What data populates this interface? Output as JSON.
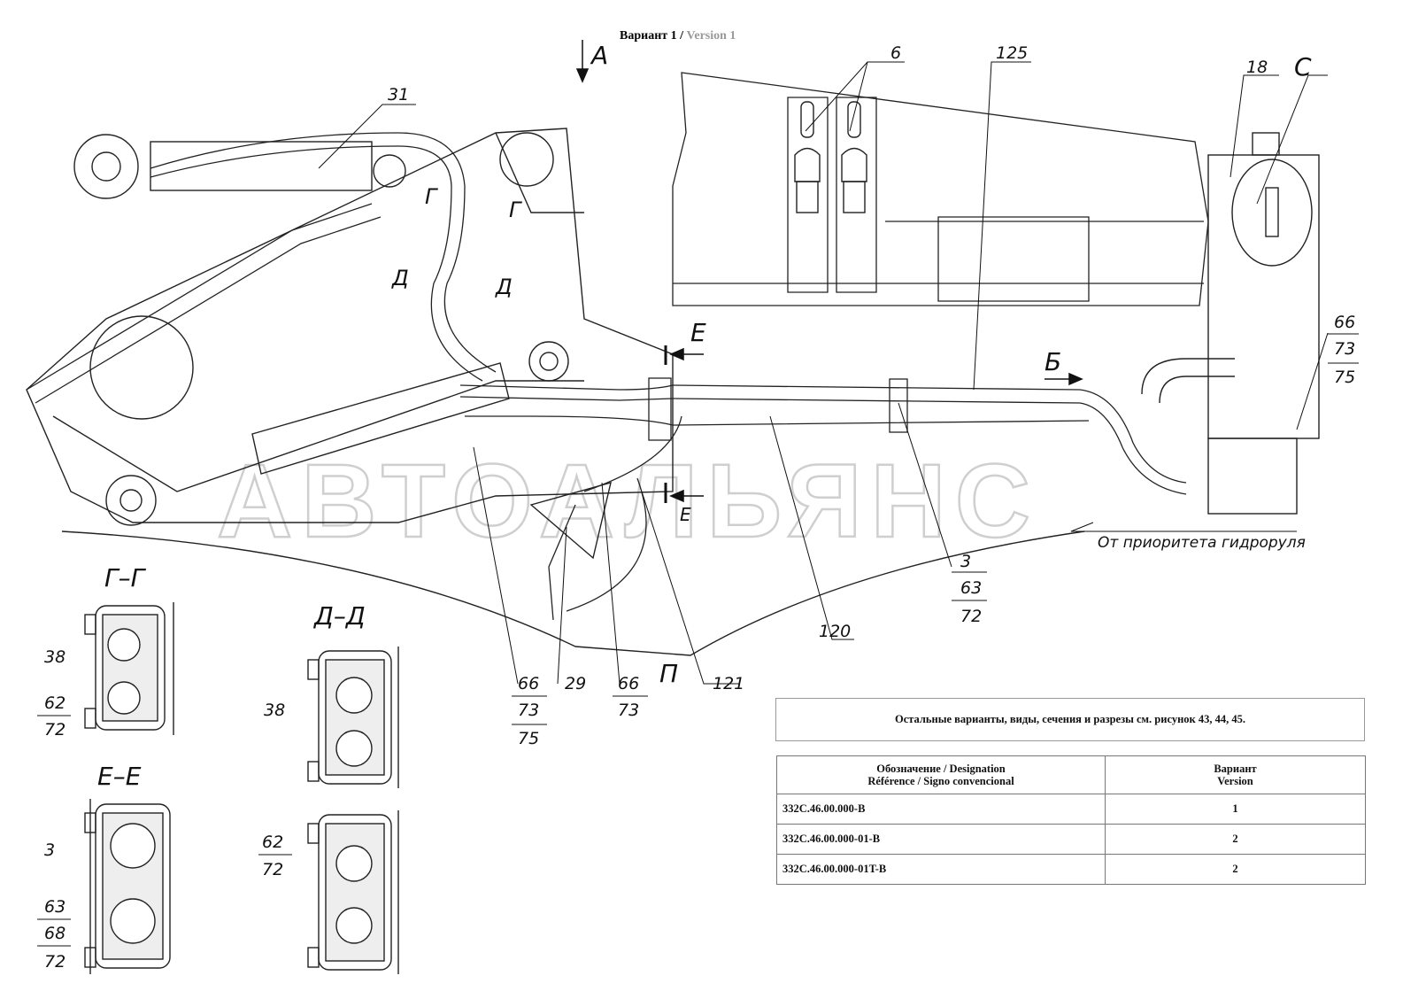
{
  "title": {
    "main": "Вариант 1 / ",
    "version": "Version 1"
  },
  "watermark": "АВТОАЛЬЯНС",
  "view_labels": {
    "a": "A",
    "b": "Б",
    "c": "C",
    "e": "E",
    "p": "П",
    "g_left": "Г",
    "g_right": "Г",
    "d_left": "Д",
    "d_right": "Д",
    "e_bottom": "Е"
  },
  "callouts": {
    "c31": "31",
    "c6": "6",
    "c125": "125",
    "c18": "18",
    "c66a": "66",
    "c73a": "73",
    "c75a": "75",
    "c3a": "3",
    "c63a": "63",
    "c72a": "72",
    "c120": "120",
    "c121": "121",
    "c66b": "66",
    "c73b": "73",
    "c75b": "75",
    "c29": "29",
    "c66c": "66",
    "c73c": "73"
  },
  "priority_label": "От приоритета гидроруля",
  "sections": {
    "gg": {
      "title": "Г–Г",
      "labels": [
        "38",
        "62",
        "72"
      ]
    },
    "ee": {
      "title": "Е–Е",
      "labels": [
        "3",
        "63",
        "68",
        "72"
      ]
    },
    "dd": {
      "title": "Д–Д",
      "labels": [
        "38",
        "62",
        "72"
      ]
    }
  },
  "note": "Остальные варианты, виды, сечения и разрезы см. рисунок 43, 44, 45.",
  "table": {
    "headers": [
      "Обозначение / Designation",
      "Référence / Signo convencional",
      "Вариант",
      "Version"
    ],
    "rows": [
      {
        "designation": "332C.46.00.000-B",
        "variant": "1"
      },
      {
        "designation": "332C.46.00.000-01-B",
        "variant": "2"
      },
      {
        "designation": "332C.46.00.000-01T-B",
        "variant": "2"
      }
    ]
  }
}
